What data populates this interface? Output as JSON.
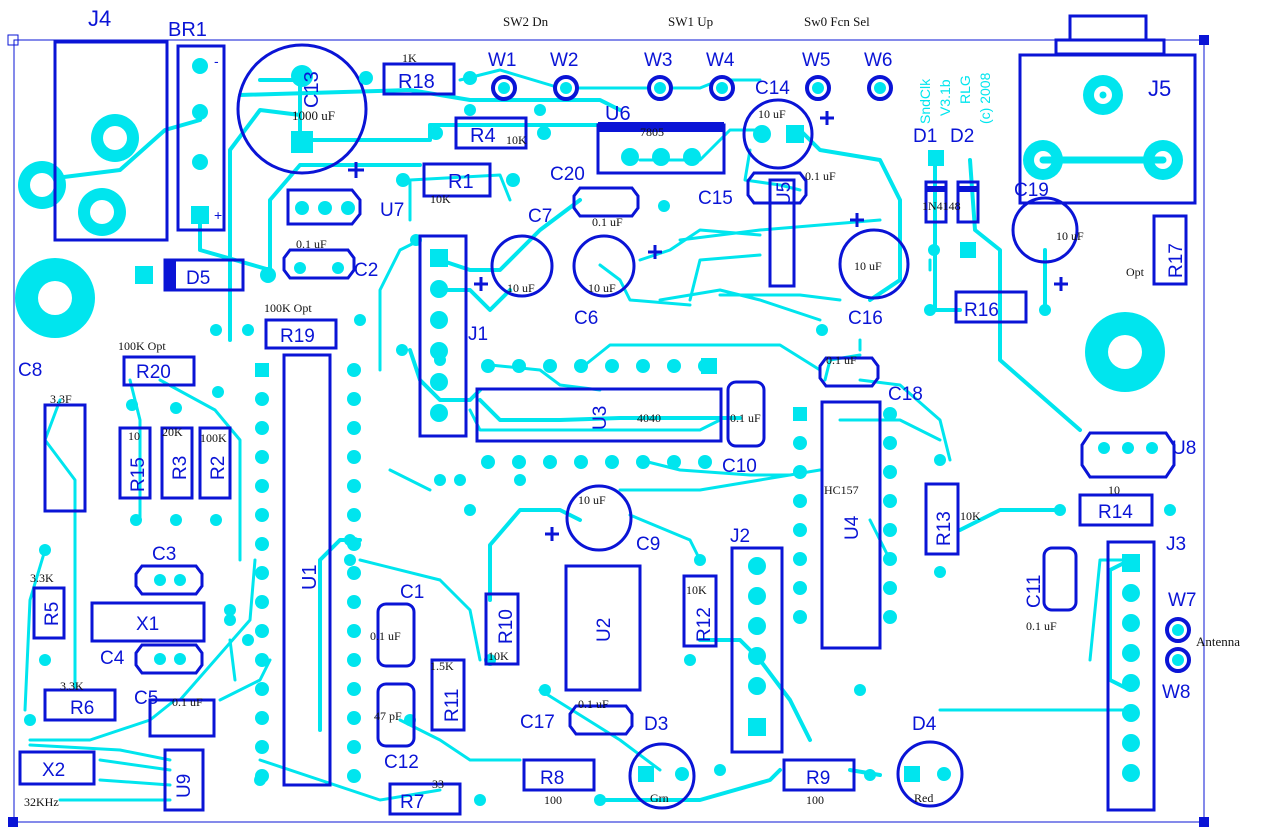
{
  "board": {
    "silkscreen_text": [
      "SndClk",
      "V3.1b",
      "RLG",
      "(c) 2008"
    ]
  },
  "top_labels": {
    "sw2": "SW2 Dn",
    "sw1": "SW1 Up",
    "sw0": "Sw0 Fcn Sel"
  },
  "wires": [
    "W1",
    "W2",
    "W3",
    "W4",
    "W5",
    "W6",
    "W7",
    "W8"
  ],
  "connectors": {
    "j1": "J1",
    "j2": "J2",
    "j3": "J3",
    "j4": "J4",
    "j5": "J5",
    "br1": "BR1"
  },
  "ics": {
    "u1": "U1",
    "u2": "U2",
    "u3": "U3",
    "u4": "U4",
    "u5": "U5",
    "u6": "U6",
    "u7": "U7",
    "u8": "U8",
    "u9": "U9",
    "u3_part": "4040",
    "u4_part": "HC157",
    "u6_part": "7805"
  },
  "resistors": {
    "r1": "R1",
    "r1_val": "10K",
    "r2": "R2",
    "r2_val": "100K",
    "r3": "R3",
    "r3_val": "20K",
    "r4": "R4",
    "r4_val": "10K",
    "r5": "R5",
    "r5_val": "3.3K",
    "r6": "R6",
    "r6_val": "3.3K",
    "r7": "R7",
    "r7_val": "33",
    "r8": "R8",
    "r8_val": "100",
    "r9": "R9",
    "r9_val": "100",
    "r10": "R10",
    "r10_val": "10K",
    "r11": "R11",
    "r11_val": "1.5K",
    "r12": "R12",
    "r12_val": "10K",
    "r13": "R13",
    "r13_val": "10K",
    "r14": "R14",
    "r14_val": "10",
    "r15": "R15",
    "r15_val": "10",
    "r16": "R16",
    "r17": "R17",
    "r17_val": "Opt",
    "r18": "R18",
    "r18_val": "1K",
    "r19": "R19",
    "r19_val": "100K Opt",
    "r20": "R20",
    "r20_val": "100K Opt"
  },
  "capacitors": {
    "c1": "C1",
    "c1_val": "0.1 uF",
    "c2": "C2",
    "c2_val": "0.1 uF",
    "c3": "C3",
    "c4": "C4",
    "c5": "C5",
    "c5_val": "0.1 uF",
    "c6": "C6",
    "c6_val": "10 uF",
    "c7": "C7",
    "c7_val": "10 uF",
    "c8": "C8",
    "c8_val": "3.3F",
    "c9": "C9",
    "c9_val": "10 uF",
    "c10": "C10",
    "c10_val": "0.1 uF",
    "c11": "C11",
    "c11_val": "0.1 uF",
    "c12": "C12",
    "c12_val": "47 pF",
    "c13": "C13",
    "c13_val": "1000 uF",
    "c14": "C14",
    "c14_val": "10 uF",
    "c15": "C15",
    "c15_val": "0.1 uF",
    "c16": "C16",
    "c16_val": "10 uF",
    "c17": "C17",
    "c17_val": "0.1 uF",
    "c18": "C18",
    "c18_val": "0.1 uF",
    "c19": "C19",
    "c19_val": "10 uF",
    "c20": "C20",
    "c20_val": "0.1 uF"
  },
  "diodes": {
    "d1": "D1",
    "d2": "D2",
    "d12_part": "1N4148",
    "d3": "D3",
    "d3_val": "Grn",
    "d4": "D4",
    "d4_val": "Red",
    "d5": "D5"
  },
  "crystals": {
    "x1": "X1",
    "x2": "X2",
    "x2_val": "32KHz"
  },
  "misc": {
    "antenna": "Antenna",
    "bridge_minus": "-",
    "bridge_plus": "+"
  },
  "colors": {
    "trace": "#00e5ee",
    "silk": "#0a14d6",
    "value_text": "#111111",
    "background": "#ffffff"
  }
}
